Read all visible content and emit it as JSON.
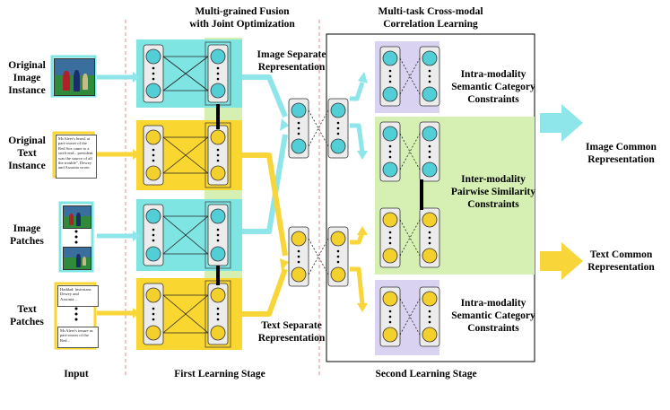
{
  "headers": {
    "fusion_line1": "Multi-grained Fusion",
    "fusion_line2": "with Joint Optimization",
    "multitask_line1": "Multi-task Cross-modal",
    "multitask_line2": "Correlation Learning"
  },
  "inputs": {
    "original_image": [
      "Original",
      "Image",
      "Instance"
    ],
    "original_text": [
      "Original",
      "Text",
      "Instance"
    ],
    "image_patches": [
      "Image",
      "Patches"
    ],
    "text_patches": [
      "Text",
      "Patches"
    ]
  },
  "text_snippets": {
    "original": "McAleer's brawl at part-owner of the Red Sox came to a swift end... president was the source of all the trouble\", Dewey and Axsonia wrote.",
    "patch1": "Haddad: historians Dewey and Axsonia...",
    "patch2": "McAleer's tenure as part-owner of the Red..."
  },
  "representations": {
    "image_separate": [
      "Image Separate",
      "Representation"
    ],
    "text_separate": [
      "Text Separate",
      "Representation"
    ]
  },
  "constraints": {
    "intra_top": [
      "Intra-modality",
      "Semantic Category",
      "Constraints"
    ],
    "inter": [
      "Inter-modality",
      "Pairwise Similarity",
      "Constraints"
    ],
    "intra_bottom": [
      "Intra-modality",
      "Semantic Category",
      "Constraints"
    ]
  },
  "outputs": {
    "image_common": [
      "Image Common",
      "Representation"
    ],
    "text_common": [
      "Text Common",
      "Representation"
    ]
  },
  "stages": {
    "input": "Input",
    "first": "First Learning Stage",
    "second": "Second Learning Stage"
  },
  "colors": {
    "cyan": "#7fe5e3",
    "cyan_node": "#52cfd6",
    "yellow": "#fad630",
    "yellow_node": "#f4d02c",
    "green": "#d6f0b4",
    "lavender": "#d9d2f0",
    "arrow_cyan": "#8ee6ea",
    "arrow_yellow": "#f8d63a",
    "divider": "#e46b6b"
  }
}
